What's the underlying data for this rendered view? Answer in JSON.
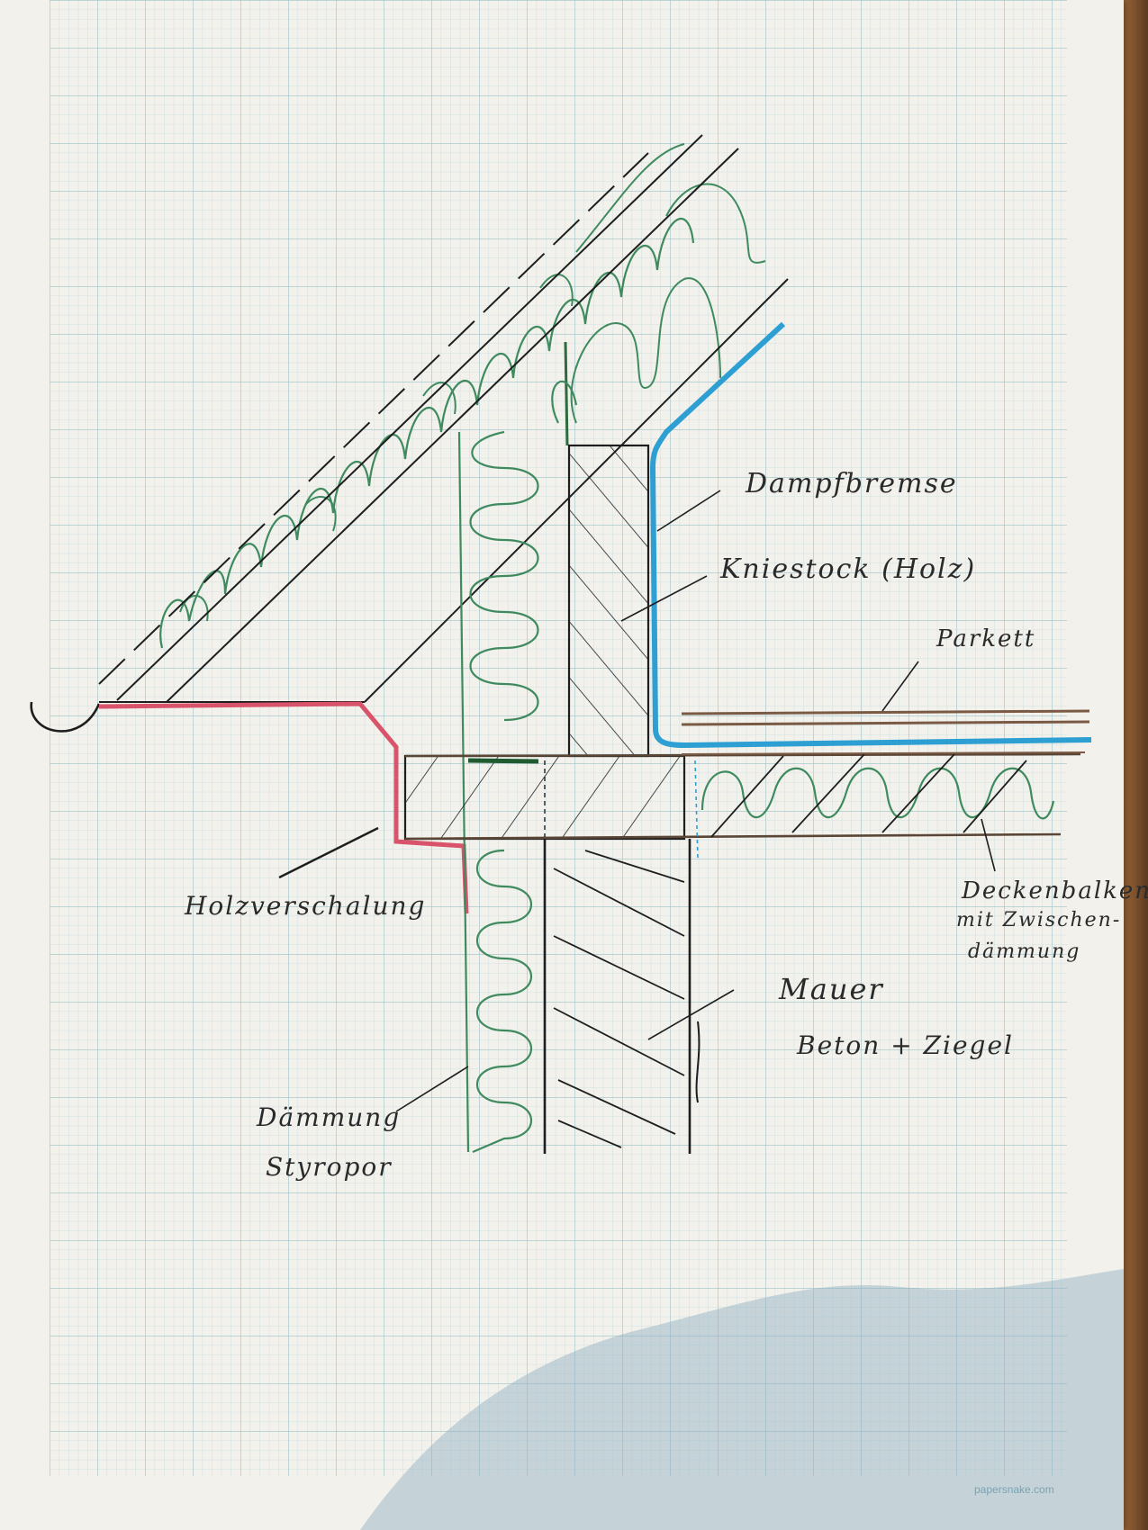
{
  "labels": {
    "dampfbremse": "Dampfbremse",
    "kniestock": "Kniestock (Holz)",
    "parkett": "Parkett",
    "deckenbalken_1": "Deckenbalken",
    "deckenbalken_2": "mit Zwischen-",
    "deckenbalken_3": "dämmung",
    "mauer": "Mauer",
    "mauer_material": "Beton + Ziegel",
    "holzverschalung": "Holzverschalung",
    "daemmung": "Dämmung",
    "daemmung_material": "Styropor"
  },
  "watermark": "papersnake.com",
  "colors": {
    "grid_minor": "#bcd6da",
    "grid_major": "#8fb9c0",
    "ink": "#1e1e1e",
    "insulation": "#3f8a5e",
    "vapor_barrier": "#2e9fd2",
    "cladding": "#d9546a",
    "parquet": "#7a5a44"
  }
}
